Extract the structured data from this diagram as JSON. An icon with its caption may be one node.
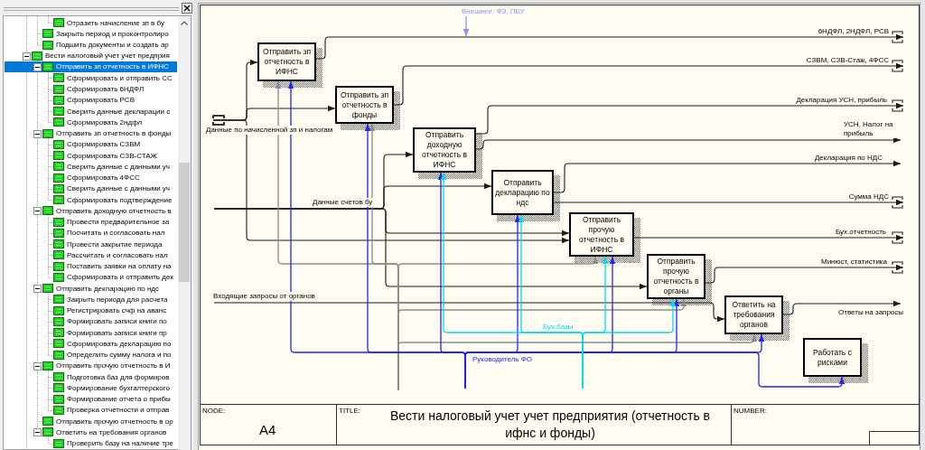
{
  "diagram": {
    "title": "Вести налоговый учет учет предприятия (отчетность в ифнс и фонды)",
    "nodes": [
      {
        "text": [
          "Внешнее: ФЗ, ПБУ"
        ]
      },
      {
        "text": [
          "Отправить зп отчетность в ИФНС"
        ]
      },
      {
        "text": [
          "Отправить зп отчетность в фонды"
        ]
      },
      {
        "text": [
          "Отправить доходную отчетность в ИФНС"
        ]
      },
      {
        "text": [
          "Отправить декларацию по ндс"
        ]
      },
      {
        "text": [
          "Отправить прочую отчетность в ИФНС"
        ]
      },
      {
        "text": [
          "Отправить прочую отчетность в органы"
        ]
      },
      {
        "text": [
          "Ответить на требования органов"
        ]
      },
      {
        "text": [
          "Работать с рисками"
        ]
      }
    ],
    "edges": [
      {
        "from": 0,
        "to": null,
        "arrow": "to",
        "color": "#8f8fff"
      },
      {
        "from": null,
        "to": 1,
        "arrow": "to",
        "label": "Данные по начисленной зп и налогам"
      },
      {
        "from": null,
        "to": 2,
        "arrow": "to"
      },
      {
        "from": null,
        "to": 5,
        "arrow": "to"
      },
      {
        "from": null,
        "to": 3,
        "arrow": "to",
        "label": "Данные счетов бу"
      },
      {
        "from": null,
        "to": 4,
        "arrow": "to"
      },
      {
        "from": null,
        "to": 5,
        "arrow": "to"
      },
      {
        "from": null,
        "to": 6,
        "arrow": "to"
      },
      {
        "from": null,
        "to": 7,
        "arrow": "to",
        "label": "Входящие запросы от органов"
      },
      {
        "from": 1,
        "to": null,
        "arrow": "to",
        "label": "6НДФЛ, 2НДФЛ, РСВ"
      },
      {
        "from": 2,
        "to": null,
        "arrow": "to",
        "label": "СЗВМ, СЗВ-Стаж, 4ФСС"
      },
      {
        "from": 3,
        "to": null,
        "arrow": "to",
        "label": "Декларация УСН, прибыль"
      },
      {
        "from": 3,
        "to": null,
        "arrow": "to",
        "label": "УСН, Налог на прибыль"
      },
      {
        "from": 4,
        "to": null,
        "arrow": "to",
        "label": "Декларация по НДС"
      },
      {
        "from": 4,
        "to": null,
        "arrow": "to",
        "label": "Сумма НДС"
      },
      {
        "from": 5,
        "to": null,
        "arrow": "to",
        "label": "Бух.отчетность"
      },
      {
        "from": 6,
        "to": null,
        "arrow": "to",
        "label": "Минюст, статистика"
      },
      {
        "from": 7,
        "to": null,
        "arrow": "to",
        "label": "Ответы на запросы"
      },
      {
        "from": null,
        "to": 1,
        "arrow": "to",
        "color": "#8c8c8c"
      },
      {
        "from": null,
        "to": 2,
        "arrow": "to",
        "color": "#8c8c8c"
      },
      {
        "from": null,
        "to": 5,
        "arrow": "to",
        "color": "#8c8c8c"
      },
      {
        "from": null,
        "to": 6,
        "arrow": "to",
        "color": "#8c8c8c"
      },
      {
        "from": null,
        "to": 7,
        "arrow": "to",
        "color": "#8c8c8c"
      },
      {
        "from": null,
        "to": 1,
        "arrow": "to",
        "color": "#2222ff",
        "label": "Руководитель ФО"
      },
      {
        "from": null,
        "to": 2,
        "arrow": "to",
        "color": "#2222ff"
      },
      {
        "from": null,
        "to": 3,
        "arrow": "to",
        "color": "#2222ff"
      },
      {
        "from": null,
        "to": 4,
        "arrow": "to",
        "color": "#2222ff"
      },
      {
        "from": null,
        "to": 5,
        "arrow": "to",
        "color": "#2222ff"
      },
      {
        "from": null,
        "to": 6,
        "arrow": "to",
        "color": "#2222ff"
      },
      {
        "from": null,
        "to": 7,
        "arrow": "to",
        "color": "#2222ff"
      },
      {
        "from": null,
        "to": 8,
        "arrow": "to",
        "color": "#2222ff"
      },
      {
        "from": null,
        "to": 3,
        "arrow": "to",
        "color": "#00dde6",
        "label": "Бух.базы"
      },
      {
        "from": null,
        "to": 4,
        "arrow": "to",
        "color": "#00dde6"
      },
      {
        "from": null,
        "to": 5,
        "arrow": "to",
        "color": "#00dde6"
      },
      {
        "from": null,
        "to": 6,
        "arrow": "to",
        "color": "#00dde6"
      }
    ],
    "labels": [
      "Отразить начисление зп в бу",
      "Закрыть период и проконтролиро",
      "Подшить документы и создать ар",
      "Вести налоговый учет учет предприя",
      "Отправить зп отчетность в ИФНС",
      "Сформировать и отправить СС",
      "Сформировать 6НДФЛ",
      "Сформировать РСВ",
      "Сверить данные декларации с",
      "Сформировать 2ндфл",
      "Отправить зп отчетность в фонды",
      "Сформировать СЗВМ",
      "Сформировать СЗВ-СТАЖ",
      "Сверить данные с данными уч",
      "Сформировать 4ФСС",
      "Сверить данные с данными уч",
      "Сформировать подтверждение",
      "Отправить доходную отчетность в",
      "Провести предварительное за",
      "Посчитать и согласовать нал",
      "Провести закрытие периода",
      "Рассчитать и согласовать нал",
      "Поставить заявки на оплату на",
      "Сформировать и отправить дек",
      "Отправить декларацию по ндс",
      "Закрыть периода для расчета",
      "Регистрировать счф на аванс",
      "Формировать записи книги по",
      "Формировать записи книги пр",
      "Сформировать декларацию по",
      "Определить сумму налога и по",
      "Отправить прочую отчетность в И",
      "Подготовка баз для формиров",
      "Формирование бухгалтерского",
      "Формирование отчета о прибы",
      "Проверка отчетности и отправ",
      "Отправить прочую отчетность в ор",
      "Ответить на требования органов",
      "Проверить базу на наличие тре",
      "NODE:",
      "A4",
      "TITLE:",
      "NUMBER:"
    ]
  }
}
